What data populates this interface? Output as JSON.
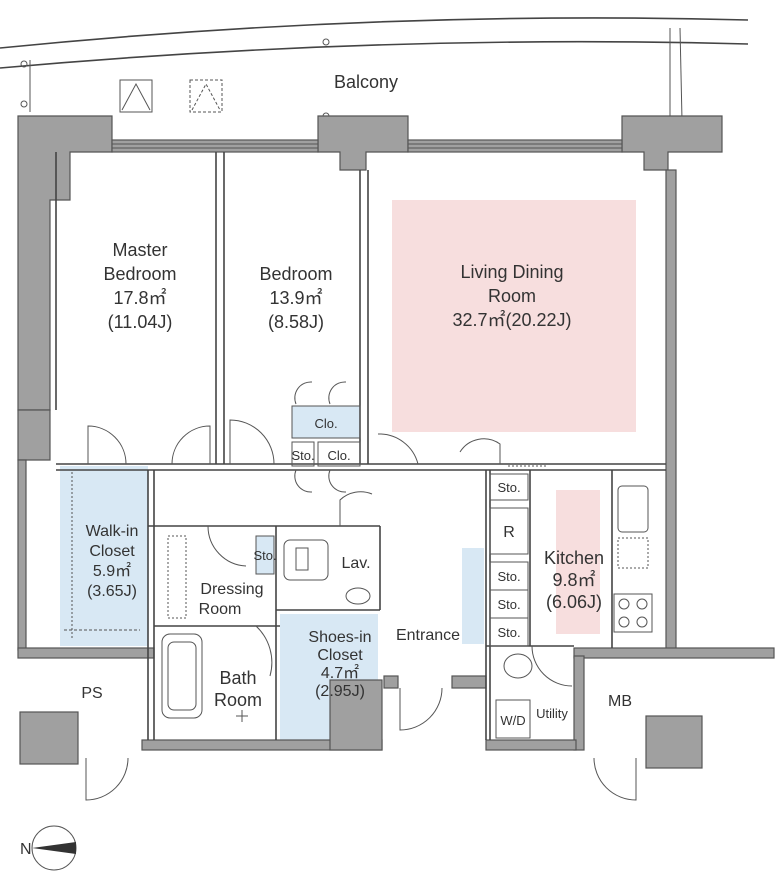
{
  "colors": {
    "wall": "#a0a0a0",
    "closet_fill": "#d8e8f4",
    "highlight_fill": "#f7dede",
    "line": "#444444"
  },
  "rooms": {
    "balcony": "Balcony",
    "master_bedroom": {
      "line1": "Master",
      "line2": "Bedroom",
      "area": "17.8㎡",
      "jo": "(11.04J)"
    },
    "bedroom": {
      "name": "Bedroom",
      "area": "13.9㎡",
      "jo": "(8.58J)"
    },
    "living": {
      "line1": "Living Dining",
      "line2": "Room",
      "area": "32.7㎡(20.22J)"
    },
    "walkin": {
      "line1": "Walk-in",
      "line2": "Closet",
      "area": "5.9㎡",
      "jo": "(3.65J)"
    },
    "dressing": {
      "line1": "Dressing",
      "line2": "Room"
    },
    "lav": "Lav.",
    "bath": {
      "line1": "Bath",
      "line2": "Room"
    },
    "shoes": {
      "line1": "Shoes-in",
      "line2": "Closet",
      "area": "4.7㎡",
      "jo": "(2.95J)"
    },
    "entrance": "Entrance",
    "kitchen": {
      "name": "Kitchen",
      "area": "9.8㎡",
      "jo": "(6.06J)"
    },
    "utility": "Utility",
    "wd": "W/D",
    "ps": "PS",
    "mb": "MB",
    "clo_upper": "Clo.",
    "clo_lower": "Clo.",
    "sto_bedroom": "Sto.",
    "sto_dressing": "Sto.",
    "sto_k1": "Sto.",
    "sto_k2": "Sto.",
    "sto_k3": "Sto.",
    "sto_k4": "Sto.",
    "fridge": "R"
  },
  "compass": {
    "label": "N"
  }
}
